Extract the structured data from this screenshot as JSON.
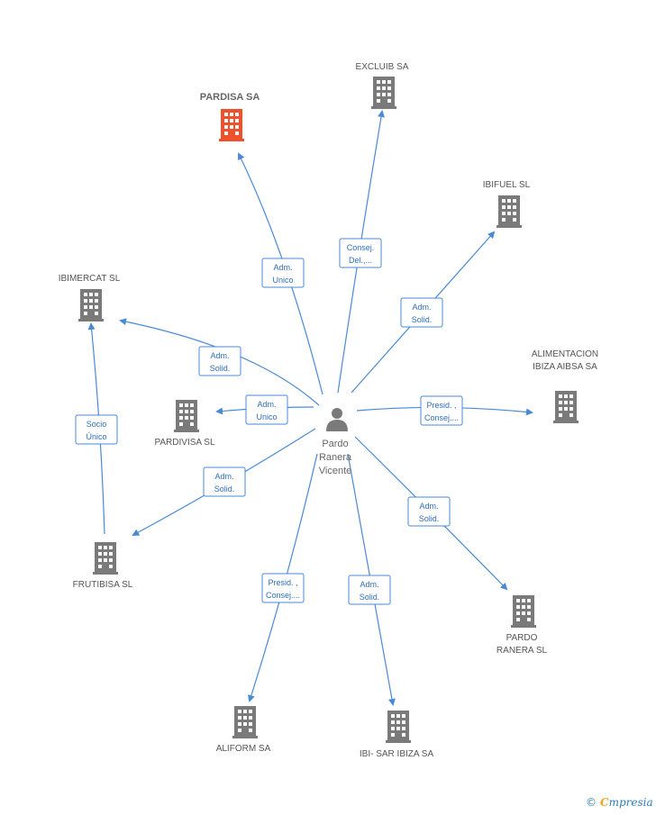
{
  "center": {
    "label_lines": [
      "Pardo",
      "Ranera",
      "Vicente"
    ]
  },
  "companies": [
    {
      "id": "pardisa",
      "label_lines": [
        "PARDISA SA"
      ],
      "highlight": true
    },
    {
      "id": "excluib",
      "label_lines": [
        "EXCLUIB SA"
      ]
    },
    {
      "id": "ibifuel",
      "label_lines": [
        "IBIFUEL SL"
      ]
    },
    {
      "id": "ibimercat",
      "label_lines": [
        "IBIMERCAT SL"
      ]
    },
    {
      "id": "alimentacion",
      "label_lines": [
        "ALIMENTACION",
        "IBIZA AIBSA SA"
      ]
    },
    {
      "id": "pardivisa",
      "label_lines": [
        "PARDIVISA SL"
      ]
    },
    {
      "id": "frutibisa",
      "label_lines": [
        "FRUTIBISA SL"
      ]
    },
    {
      "id": "pardo_ranera",
      "label_lines": [
        "PARDO",
        "RANERA SL"
      ]
    },
    {
      "id": "aliform",
      "label_lines": [
        "ALIFORM SA"
      ]
    },
    {
      "id": "ibisar",
      "label_lines": [
        "IBI- SAR IBIZA SA"
      ]
    }
  ],
  "relations": [
    {
      "from": "center",
      "to": "pardisa",
      "label_lines": [
        "Adm.",
        "Unico"
      ]
    },
    {
      "from": "center",
      "to": "excluib",
      "label_lines": [
        "Consej.",
        "Del.,..."
      ]
    },
    {
      "from": "center",
      "to": "ibifuel",
      "label_lines": [
        "Adm.",
        "Solid."
      ]
    },
    {
      "from": "center",
      "to": "ibimercat",
      "label_lines": [
        "Adm.",
        "Solid."
      ]
    },
    {
      "from": "center",
      "to": "alimentacion",
      "label_lines": [
        "Presid. ,",
        "Consej...."
      ]
    },
    {
      "from": "center",
      "to": "pardivisa",
      "label_lines": [
        "Adm.",
        "Unico"
      ]
    },
    {
      "from": "center",
      "to": "frutibisa",
      "label_lines": [
        "Adm.",
        "Solid."
      ]
    },
    {
      "from": "center",
      "to": "pardo_ranera",
      "label_lines": [
        "Adm.",
        "Solid."
      ]
    },
    {
      "from": "center",
      "to": "aliform",
      "label_lines": [
        "Presid. ,",
        "Consej...."
      ]
    },
    {
      "from": "center",
      "to": "ibisar",
      "label_lines": [
        "Adm.",
        "Solid."
      ]
    },
    {
      "from": "frutibisa",
      "to": "ibimercat",
      "label_lines": [
        "Socio",
        "Único"
      ]
    }
  ],
  "colors": {
    "building": "#7a7a7a",
    "building_highlight": "#f0512d",
    "edge": "#4a8ad4",
    "person": "#7a7a7a"
  },
  "brand": {
    "copyright": "©",
    "first_letter": "C",
    "rest": "mpresia"
  }
}
